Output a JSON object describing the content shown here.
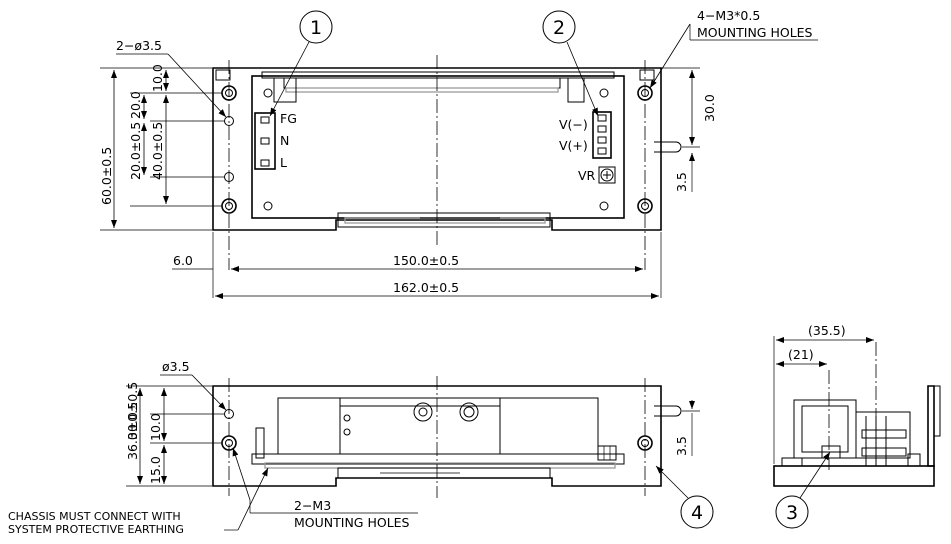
{
  "balloons": [
    "1",
    "2",
    "3",
    "4"
  ],
  "labels": {
    "holes_2_phi": "2−ø3.5",
    "holes_4_m3": "4−M3*0.5",
    "mounting_holes_top": "MOUNTING HOLES",
    "fg": "FG",
    "n": "N",
    "l": "L",
    "v_minus": "V(−)",
    "v_plus": "V(+)",
    "vr": "VR",
    "phi35_side": "ø3.5",
    "m3_2": "2−M3",
    "mounting_holes_bottom": "MOUNTING HOLES",
    "chassis_line1": "CHASSIS MUST CONNECT WITH",
    "chassis_line2": "SYSTEM PROTECTIVE EARTHING"
  },
  "dims": {
    "d10": "10.0",
    "d20": "20.0",
    "d20_05": "20.0±0.5",
    "d40_05": "40.0±0.5",
    "d60_05": "60.0±0.5",
    "d30": "30.0",
    "d35": "3.5",
    "d6": "6.0",
    "d150": "150.0±0.5",
    "d162": "162.0±0.5",
    "s_d30_05": "30.0±0.5",
    "s_d10": "10.0",
    "s_d15": "15.0",
    "s_d36": "36.0±0.5",
    "s_d35": "3.5",
    "e_d355": "(35.5)",
    "e_d21": "(21)"
  }
}
